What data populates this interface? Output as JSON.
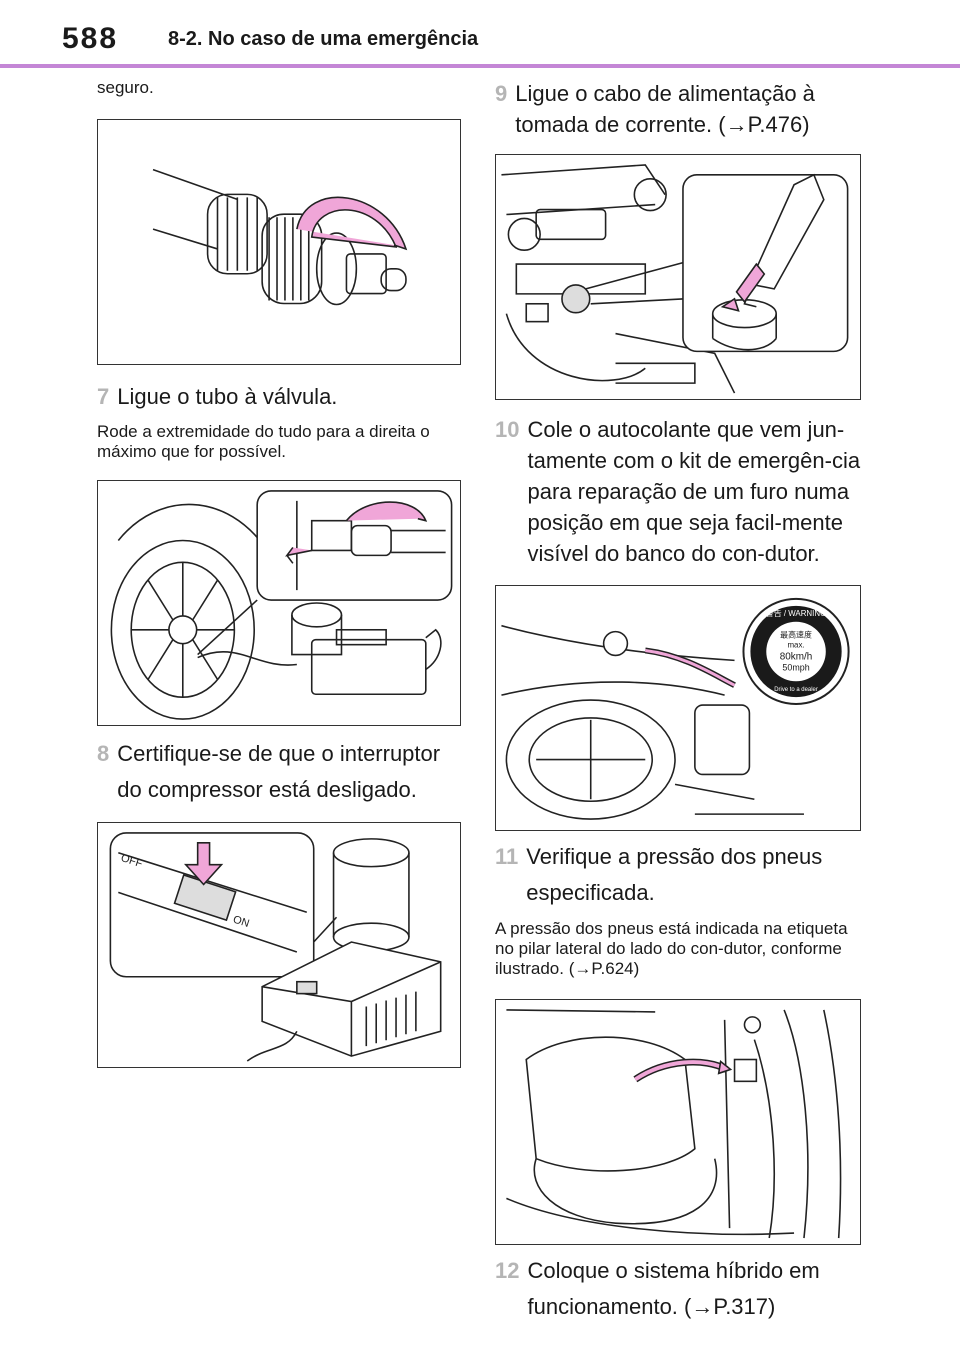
{
  "header": {
    "page_number": "588",
    "section_title": "8-2. No caso de uma emergência",
    "rule_color": "#c486d6"
  },
  "left": {
    "intro_text": "seguro.",
    "step7": {
      "number": "7",
      "title": "Ligue o tubo à válvula.",
      "note": "Rode a extremidade do tudo para a direita o máximo que for possível."
    },
    "step8": {
      "number": "8",
      "title": "Certifique-se de que o interruptor do compressor está desligado."
    },
    "switch_labels": {
      "off": "OFF",
      "on": "ON"
    }
  },
  "right": {
    "step9": {
      "number": "9",
      "title": "Ligue o cabo de alimentação à tomada de corrente. (→P.476)"
    },
    "step10": {
      "number": "10",
      "title": "Cole o autocolante que vem jun-tamente com o kit de emergên-cia para reparação de um furo numa posição em que seja facil-mente visível do banco do con-dutor."
    },
    "sticker": {
      "top": "警告 / WARNING",
      "line1": "最高速度",
      "line2": "max.",
      "line3": "80km/h",
      "line4": "50mph",
      "bottom": "Drive to a dealer"
    },
    "step11": {
      "number": "11",
      "title": "Verifique a pressão dos pneus especificada.",
      "note": "A pressão dos pneus está indicada na etiqueta no pilar lateral do lado do con-dutor, conforme ilustrado. (→P.624)"
    },
    "step12": {
      "number": "12",
      "title": "Coloque o sistema híbrido em funcionamento. (→P.317)"
    }
  },
  "colors": {
    "accent": "#f0a6d8",
    "step_number": "#b5b5b5"
  }
}
